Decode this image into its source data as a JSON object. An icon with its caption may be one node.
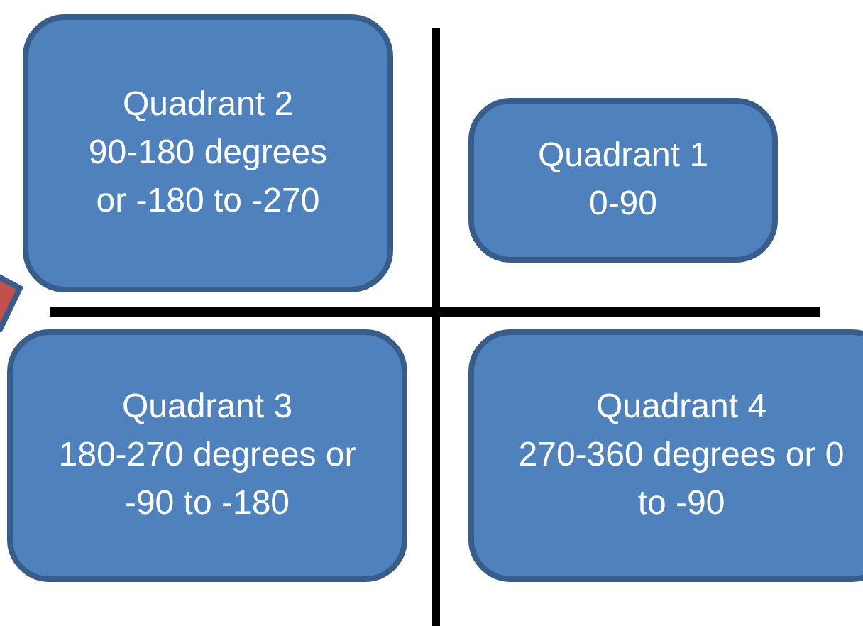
{
  "diagram": {
    "nodes": [
      {
        "text": [
          "Quadrant 2",
          "90-180 degrees or -180 to -270"
        ]
      },
      {
        "text": [
          "Quadrant 1",
          "0-90"
        ]
      },
      {
        "text": [
          "Quadrant 3",
          "180-270 degrees or -90 to -180"
        ]
      },
      {
        "text": [
          "Quadrant 4",
          "270-360 degrees or 0 to -90"
        ]
      }
    ],
    "edges": []
  }
}
